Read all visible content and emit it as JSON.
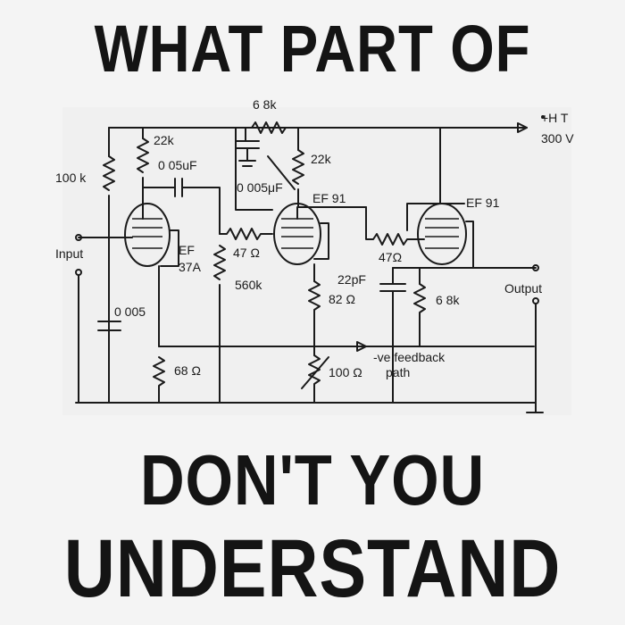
{
  "headline": {
    "top": "WHAT PART OF",
    "middle": "DON'T YOU",
    "bottom": "UNDERSTAND"
  },
  "schematic": {
    "labels": {
      "r_6k8_top": "6 8k",
      "ht": "+H T",
      "ht_voltage": "300 V",
      "r_22k_a": "22k",
      "c_005uf": "0 05uF",
      "r_22k_b": "22k",
      "r_100k": "100 k",
      "c_0005uf": "0 005μF",
      "tube2": "EF 91",
      "tube3": "EF 91",
      "input": "Input",
      "tube1": "EF",
      "tube1_code": "37A",
      "r_47_a": "47 Ω",
      "r_47_b": "47Ω",
      "c_22pf": "22pF",
      "r_560k": "560k",
      "output": "Output",
      "r_82": "82 Ω",
      "r_6k8_b": "6 8k",
      "c_0005": "0 005",
      "feedback": "-ve feedback",
      "feedback_path": "path",
      "r_68": "68 Ω",
      "r_100": "100 Ω"
    }
  }
}
